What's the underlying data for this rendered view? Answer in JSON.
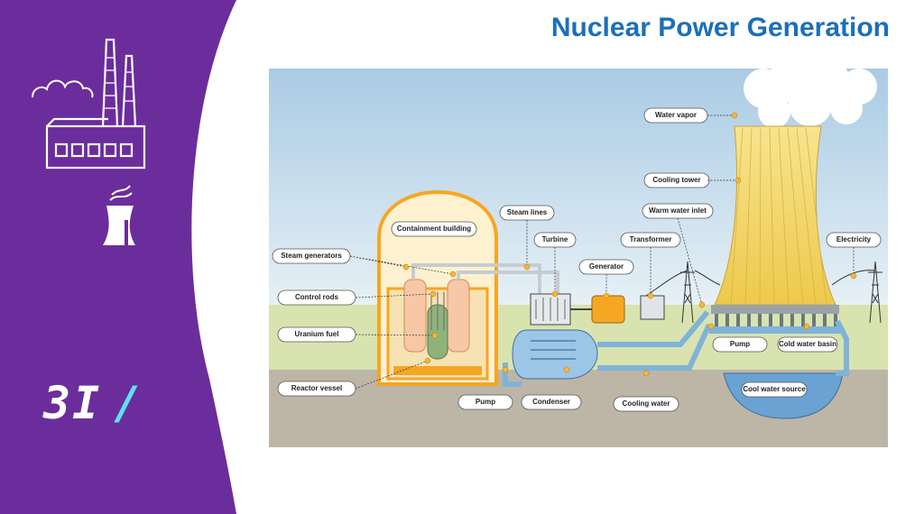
{
  "title": "Nuclear Power Generation",
  "brand": {
    "code": "3I",
    "slash": "/"
  },
  "icons": [
    "factory-icon",
    "cloud-icon",
    "cooling-tower-icon"
  ],
  "colors": {
    "sidebar": "#6b2d9b",
    "title": "#1c6fb8",
    "accent": "#5ce1f0",
    "reactor": "#f5a623",
    "cooling_tower": "#f3dc7a"
  },
  "labels": {
    "containment_building": "Containment building",
    "steam_lines": "Steam lines",
    "turbine": "Turbine",
    "transformer": "Transformer",
    "generator": "Generator",
    "warm_water_inlet": "Warm water inlet",
    "cooling_tower": "Cooling tower",
    "water_vapor": "Water vapor",
    "electricity": "Electricity",
    "steam_generators": "Steam generators",
    "control_rods": "Control rods",
    "uranium_fuel": "Uranium fuel",
    "reactor_vessel": "Reactor vessel",
    "pump_left": "Pump",
    "condenser": "Condenser",
    "cooling_water": "Cooling water",
    "pump_right": "Pump",
    "cold_water_basin": "Cold water basin",
    "cool_water_source": "Cool water source"
  }
}
